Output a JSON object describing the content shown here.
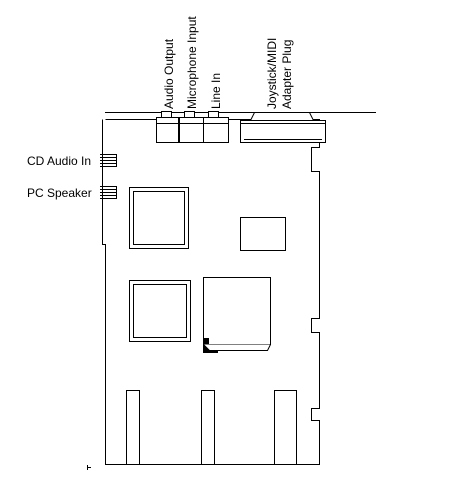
{
  "labels": {
    "audio_output": "Audio Output",
    "microphone_input": "Microphone Input",
    "line_in": "Line In",
    "joystick_midi_line1": "Joystick/MIDI",
    "joystick_midi_line2": "Adapter Plug",
    "cd_audio_in": "CD Audio In",
    "pc_speaker": "PC Speaker"
  }
}
